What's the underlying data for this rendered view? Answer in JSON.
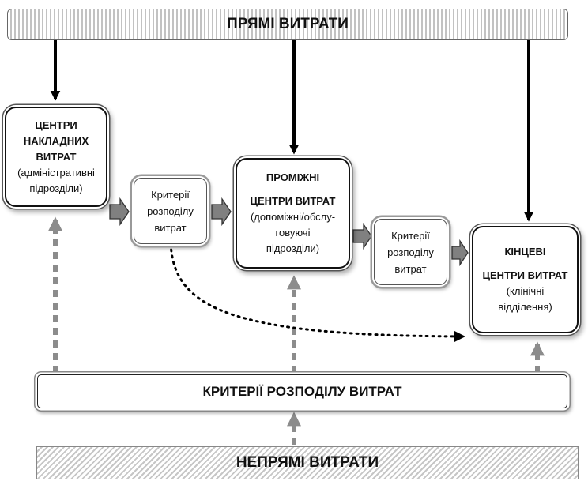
{
  "direct_costs": {
    "label": "ПРЯМІ ВИТРАТИ"
  },
  "indirect_costs": {
    "label": "НЕПРЯМІ ВИТРАТИ"
  },
  "allocation_criteria_bar": {
    "label": "КРИТЕРІЇ РОЗПОДІЛУ ВИТРАТ"
  },
  "overhead_center": {
    "title_lines": [
      "ЦЕНТРИ",
      "НАКЛАДНИХ",
      "ВИТРАТ"
    ],
    "subtitle_lines": [
      "(адміністративні",
      "підрозділи)"
    ]
  },
  "criteria_box_1": {
    "lines": [
      "Критерії",
      "розподілу",
      "витрат"
    ]
  },
  "intermediate_center": {
    "title_top": "ПРОМІЖНІ",
    "title_bottom": "ЦЕНТРИ ВИТРАТ",
    "subtitle_lines": [
      "(допоміжні/обслу-",
      "говуючі",
      "підрозділи)"
    ]
  },
  "criteria_box_2": {
    "lines": [
      "Критерії",
      "розподілу",
      "витрат"
    ]
  },
  "final_center": {
    "title_top": "КІНЦЕВІ",
    "title_bottom": "ЦЕНТРИ ВИТРАТ",
    "subtitle_lines": [
      "(клінічні",
      "відділення)"
    ]
  },
  "colors": {
    "solid_arrow": "#000000",
    "dashed_arrow": "#8c8c8c",
    "block_arrow": "#808080"
  }
}
